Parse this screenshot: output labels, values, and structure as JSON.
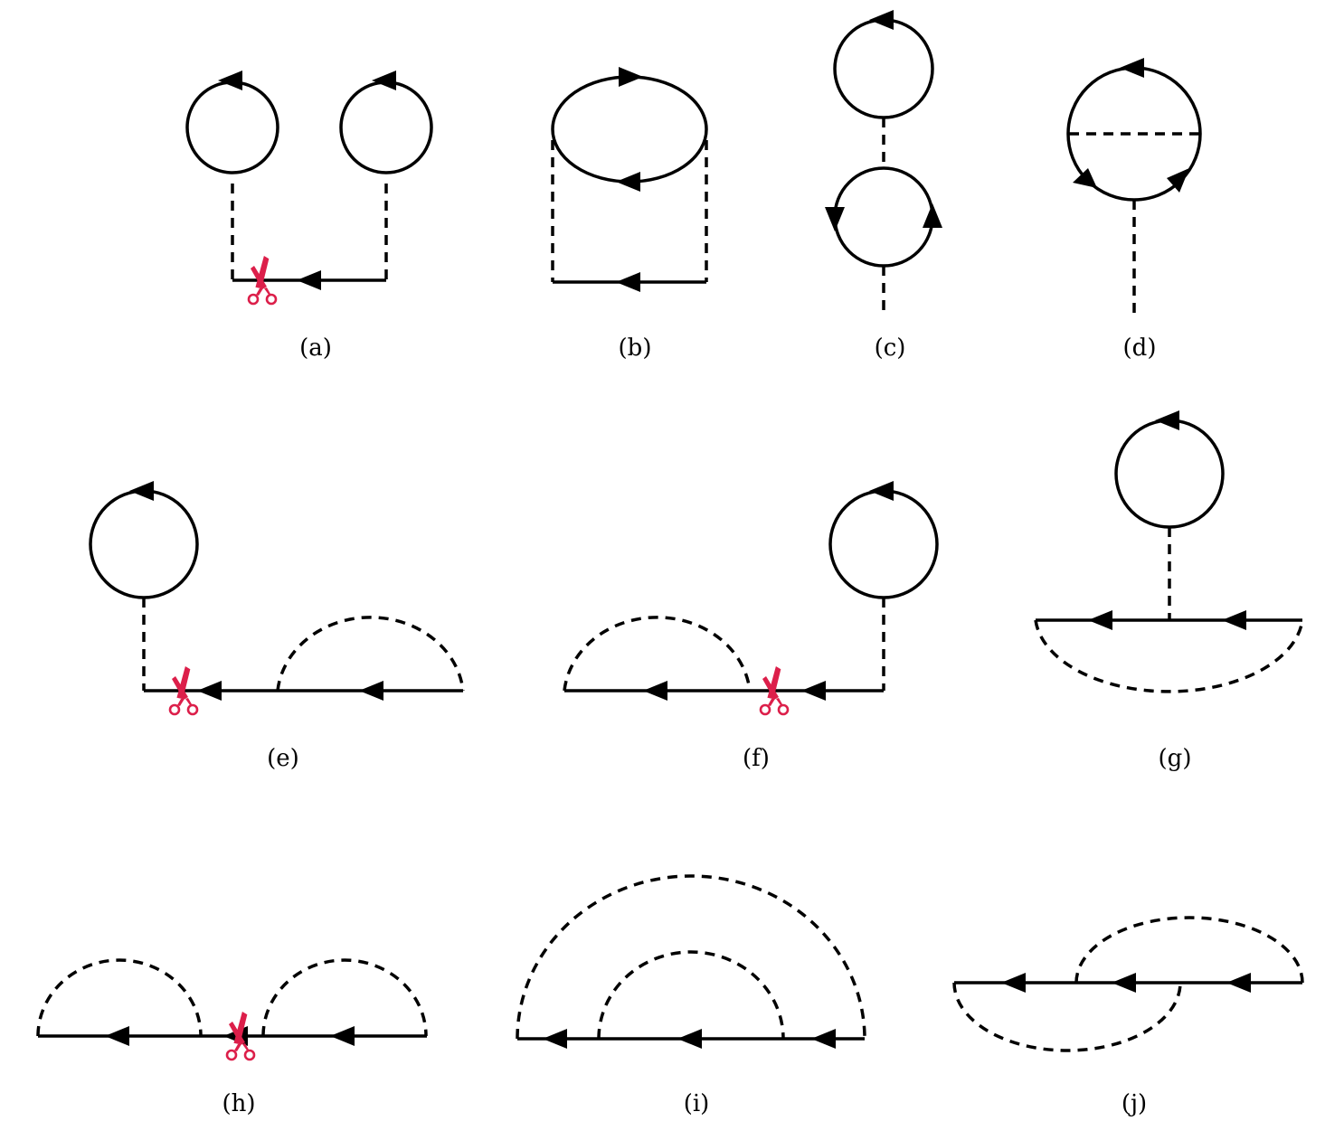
{
  "diagrams": [
    {
      "id": "a",
      "label": "(a)"
    },
    {
      "id": "b",
      "label": "(b)"
    },
    {
      "id": "c",
      "label": "(c)"
    },
    {
      "id": "d",
      "label": "(d)"
    },
    {
      "id": "e",
      "label": "(e)"
    },
    {
      "id": "f",
      "label": "(f)"
    },
    {
      "id": "g",
      "label": "(g)"
    },
    {
      "id": "h",
      "label": "(h)"
    },
    {
      "id": "i",
      "label": "(i)"
    },
    {
      "id": "j",
      "label": "(j)"
    }
  ],
  "colors": {
    "line": "#000000",
    "scissors": "#dc1f4a",
    "background": "#ffffff"
  },
  "icons": {
    "cut_marker": "scissors-icon",
    "propagator_direction": "arrowhead-icon"
  }
}
